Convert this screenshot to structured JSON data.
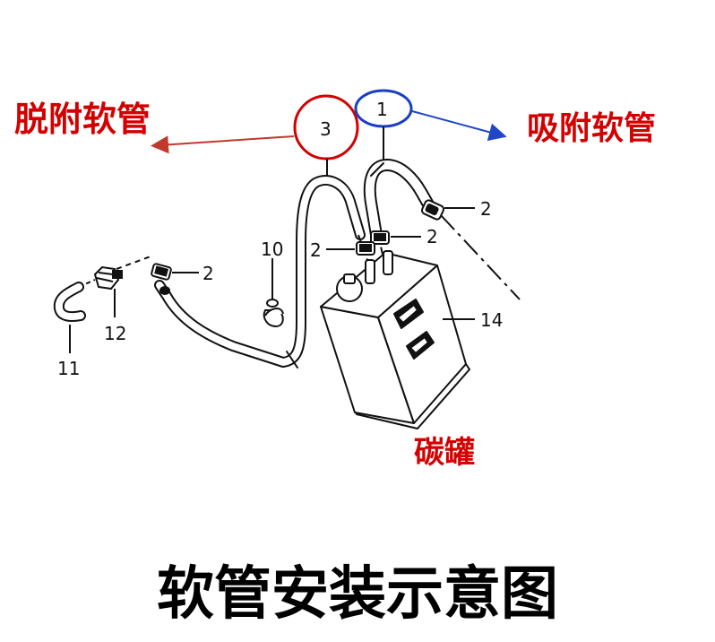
{
  "labels": {
    "desorption_hose": "脱附软管",
    "adsorption_hose": "吸附软管",
    "canister": "碳罐",
    "title": "软管安装示意图"
  },
  "parts": {
    "p1": "1",
    "p2a": "2",
    "p2b": "2",
    "p2c": "2",
    "p2d": "2",
    "p3": "3",
    "p10": "10",
    "p11": "11",
    "p12": "12",
    "p14": "14"
  },
  "colors": {
    "red_accent": "#d40000",
    "blue_accent": "#1a3fc4",
    "line": "#111111",
    "arrow_red": "#c0392b",
    "arrow_blue": "#2045c8"
  }
}
